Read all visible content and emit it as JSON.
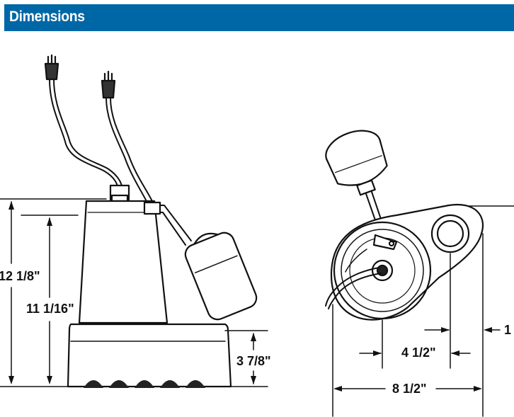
{
  "header": {
    "title": "Dimensions"
  },
  "dimensions": {
    "overall_height": "12 1/8\"",
    "body_height": "11 1/16\"",
    "base_height": "3 7/8\"",
    "inlet_offset": "4 1/2\"",
    "overall_width": "8 1/2\"",
    "outlet_offset": "1"
  },
  "colors": {
    "header": "#0067a6",
    "line": "#111111"
  }
}
